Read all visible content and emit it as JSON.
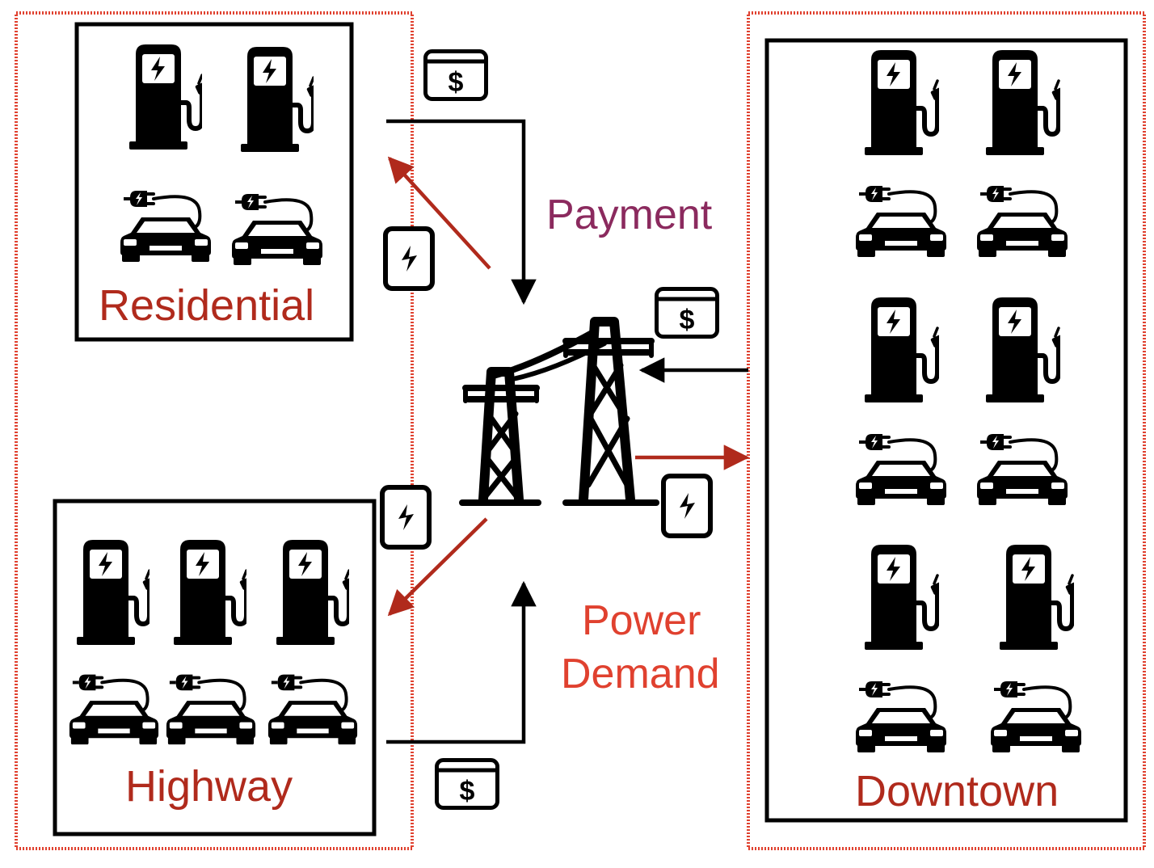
{
  "regions": {
    "residential": {
      "label": "Residential",
      "chargers": 2,
      "cars": 2
    },
    "highway": {
      "label": "Highway",
      "chargers": 3,
      "cars": 3
    },
    "downtown": {
      "label": "Downtown",
      "chargers": 6,
      "cars": 6
    }
  },
  "flows": {
    "payment_label": "Payment",
    "power_label_line1": "Power",
    "power_label_line2": "Demand"
  },
  "colors": {
    "region_label": "#b02a1c",
    "payment_text": "#8b2a5e",
    "power_text": "#e0412f",
    "power_arrow": "#b02a1c",
    "payment_arrow": "#000000",
    "dashed_border": "#e0412f",
    "icon": "#000000"
  },
  "icons": {
    "charger": "ev-charging-station-icon",
    "car": "electric-car-plug-icon",
    "payment": "dollar-bill-icon",
    "power": "battery-bolt-icon",
    "grid": "transmission-tower-icon"
  }
}
